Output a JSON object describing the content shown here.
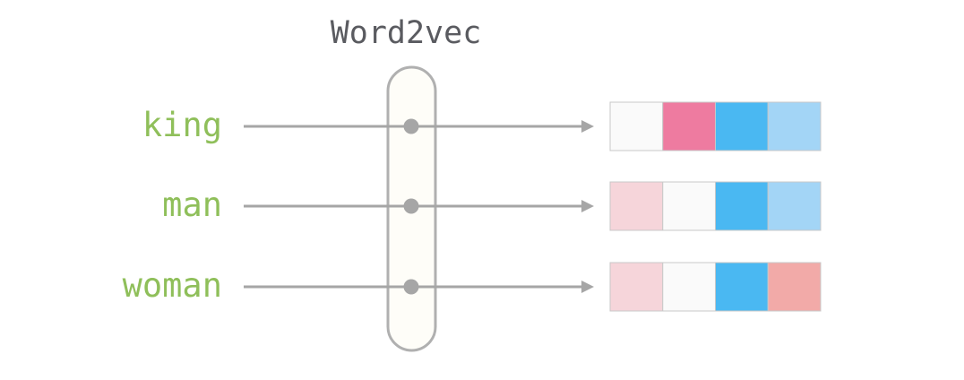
{
  "diagram": {
    "title": "Word2vec",
    "colors": {
      "title_text": "#5a5b60",
      "word_text": "#8fbf5a",
      "line": "#a6a6a6",
      "capsule_fill": "#fefdf8",
      "capsule_stroke": "#b0b0b0",
      "cell_stroke": "#c8c8c8"
    },
    "rows": [
      {
        "word": "king",
        "vector": [
          "#fafafa",
          "#ee7ba0",
          "#4ab8f2",
          "#a3d5f6"
        ]
      },
      {
        "word": "man",
        "vector": [
          "#f6d5da",
          "#fafafa",
          "#4ab8f2",
          "#a3d5f6"
        ]
      },
      {
        "word": "woman",
        "vector": [
          "#f6d5da",
          "#fafafa",
          "#4ab8f2",
          "#f2aaa8"
        ]
      }
    ]
  }
}
